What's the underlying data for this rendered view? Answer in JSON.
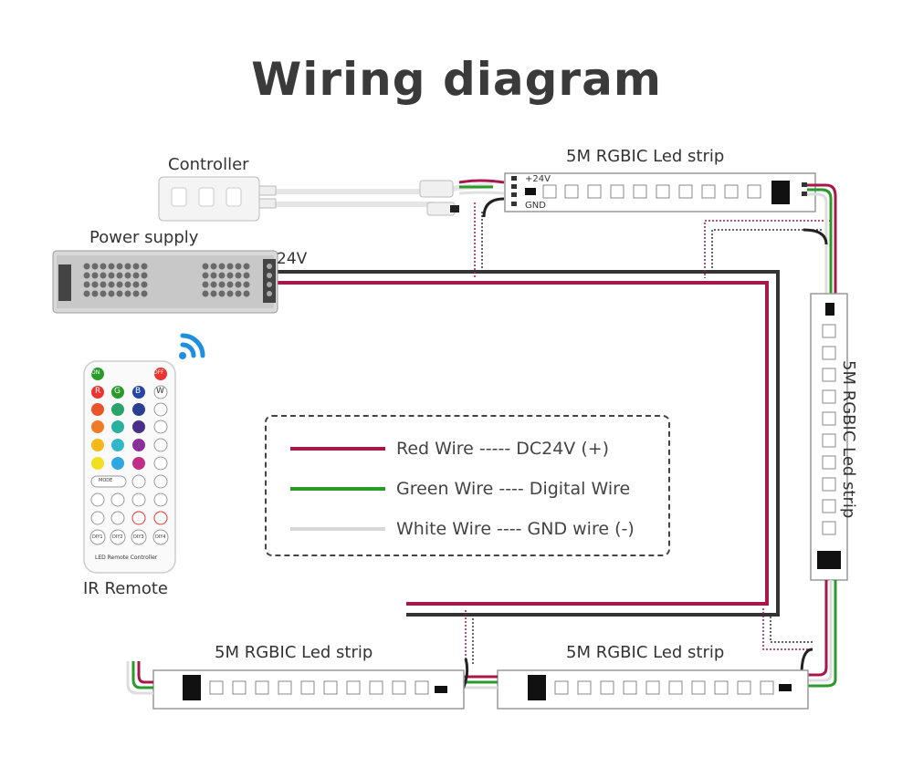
{
  "title": "Wiring diagram",
  "labels": {
    "controller": "Controller",
    "power_supply": "Power supply",
    "voltage": "24V",
    "ir_remote": "IR Remote",
    "strip_top": "5M RGBIC Led strip",
    "strip_right": "5M RGBIC Led strip",
    "strip_bottom_left": "5M RGBIC Led strip",
    "strip_bottom_right": "5M RGBIC Led strip",
    "plus24v": "+24V",
    "gnd": "GND"
  },
  "legend": [
    {
      "text": "Red Wire ----- DC24V (+)",
      "color": "#a8174a"
    },
    {
      "text": "Green Wire ---- Digital Wire",
      "color": "#2a9a2a"
    },
    {
      "text": "White Wire ---- GND wire (-)",
      "color": "#d8d8d8"
    }
  ],
  "remote": {
    "on": "ON",
    "off": "OFF",
    "r": "R",
    "g": "G",
    "b": "B",
    "w": "W",
    "mode": "MODE",
    "diy": [
      "DIY1",
      "DIY2",
      "DIY3",
      "DIY4"
    ],
    "brand": "LED Remote Controller"
  },
  "colors": {
    "red_wire": "#a8174a",
    "green_wire": "#2a9a2a",
    "black_wire": "#333333",
    "wifi": "#1e8ee0"
  }
}
